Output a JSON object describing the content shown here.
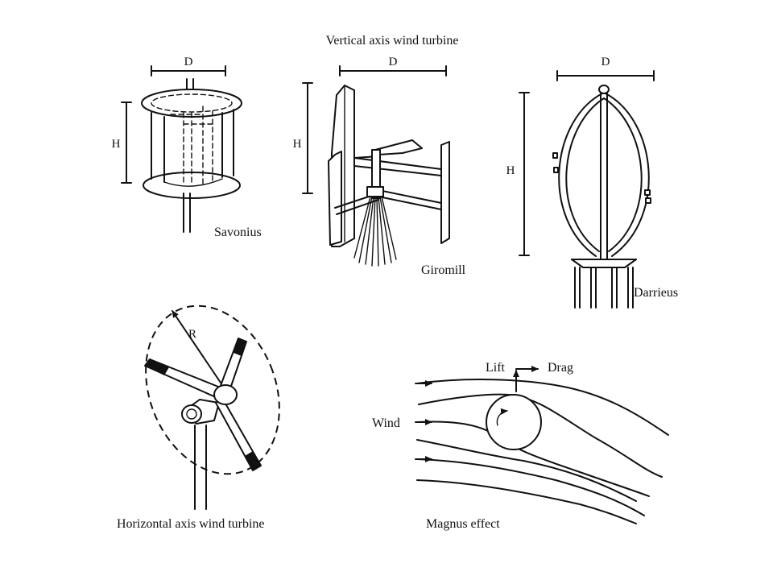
{
  "figure": {
    "title": "Vertical axis wind turbine",
    "savonius": {
      "label": "Savonius",
      "d": "D",
      "h": "H"
    },
    "giromill": {
      "label": "Giromill",
      "d": "D",
      "h": "H"
    },
    "darrieus": {
      "label": "Darrieus",
      "d": "D",
      "h": "H"
    },
    "hawt": {
      "label": "Horizontal axis wind turbine",
      "r": "R"
    },
    "magnus": {
      "label": "Magnus effect",
      "lift": "Lift",
      "drag": "Drag",
      "wind": "Wind"
    }
  },
  "colors": {
    "ink": "#111111",
    "background": "#ffffff"
  }
}
